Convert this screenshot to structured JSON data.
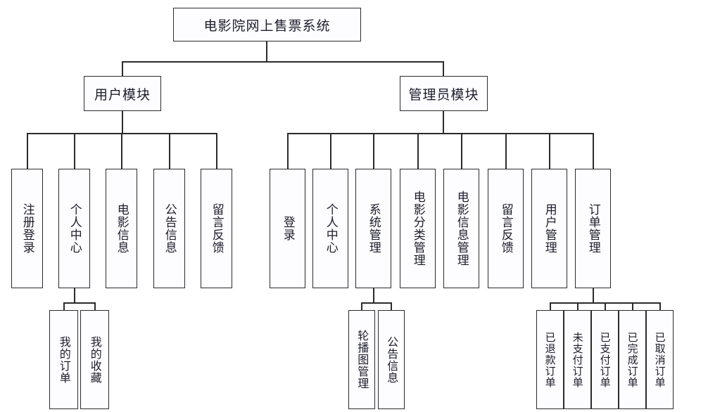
{
  "diagram": {
    "title": "电影院网上售票系统",
    "type": "system-function-tree",
    "root": {
      "label": "电影院网上售票系统"
    },
    "level2": [
      {
        "key": "user",
        "label": "用户模块"
      },
      {
        "key": "admin",
        "label": "管理员模块"
      }
    ],
    "user_children": [
      {
        "label": "注册登录"
      },
      {
        "label": "个人中心"
      },
      {
        "label": "电影信息"
      },
      {
        "label": "公告信息"
      },
      {
        "label": "留言反馈"
      }
    ],
    "user_center_children": [
      {
        "label": "我的订单"
      },
      {
        "label": "我的收藏"
      }
    ],
    "admin_children": [
      {
        "label": "登录"
      },
      {
        "label": "个人中心"
      },
      {
        "label": "系统管理"
      },
      {
        "label": "电影分类管理"
      },
      {
        "label": "电影信息管理"
      },
      {
        "label": "留言反馈"
      },
      {
        "label": "用户管理"
      },
      {
        "label": "订单管理"
      }
    ],
    "system_manage_children": [
      {
        "label": "轮播图管理"
      },
      {
        "label": "公告信息"
      }
    ],
    "order_manage_children": [
      {
        "label": "已退款订单"
      },
      {
        "label": "未支付订单"
      },
      {
        "label": "已支付订单"
      },
      {
        "label": "已完成订单"
      },
      {
        "label": "已取消订单"
      }
    ],
    "colors": {
      "stroke": "#2b2b2b",
      "fill": "#fdfdff",
      "text": "#1c1c2b",
      "background": "#ffffff"
    }
  }
}
